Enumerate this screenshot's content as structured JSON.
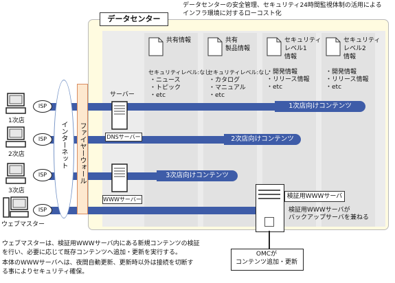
{
  "header_note": [
    "データセンターの安全管理、セキュリティ24時間監視体制の活用による",
    "インフラ環境に対するローコスト化"
  ],
  "datacenter_label": "データセンター",
  "internet_label": "インターネット",
  "firewall_label": "ファイヤーウォール",
  "server_label": "サーバー",
  "dns_server_label": "DNSサーバー",
  "www_server_label": "WWWサーバー",
  "isp_label": "ISP",
  "clients": [
    {
      "label": "1次店"
    },
    {
      "label": "2次店"
    },
    {
      "label": "3次店"
    },
    {
      "label": "ウェブマスター"
    }
  ],
  "columns": [
    {
      "title": [
        "共有情報"
      ],
      "sub": "セキュリティレベル:なし",
      "items": [
        "・ニュース",
        "・トピック",
        "・etc"
      ]
    },
    {
      "title": [
        "共有",
        "製品情報"
      ],
      "sub": "セキュリティレベル:なし",
      "items": [
        "・カタログ",
        "・マニュアル",
        "・etc"
      ]
    },
    {
      "title": [
        "セキュリティ",
        "レベル1",
        "情報"
      ],
      "sub": "",
      "items": [
        "・開発情報",
        "・リリース情報",
        "・etc"
      ]
    },
    {
      "title": [
        "セキュリティ",
        "レベル2",
        "情報"
      ],
      "sub": "",
      "items": [
        "・開発情報",
        "・リリース情報",
        "・etc"
      ]
    }
  ],
  "content_labels": [
    "1次店向けコンテンツ",
    "2次店向けコンテンツ",
    "3次店向けコンテンツ"
  ],
  "verify_server_title": "検証用WWWサーバ",
  "verify_server_note": [
    "検証用WWWサーバが",
    "バックアップサーバを兼ねる"
  ],
  "omc_label": [
    "OMCが",
    "コンテンツ追加・更新"
  ],
  "footer_note": [
    "ウェブマスターは、検証用WWWサーバ内にある新規コンテンツの検証",
    "を行い、必要に応じて既存コンテンツへ追加・更新を実行する。",
    "本体のWWWサーバへは、夜間自動更新、更新時以外は接続を切断す",
    "る事によりセキュリティ確保。"
  ],
  "colors": {
    "band": "#3e5ca8",
    "datacenter_bg": "#fffbe0",
    "firewall_bg": "#fde8cf",
    "server_bg": "#ececec"
  }
}
